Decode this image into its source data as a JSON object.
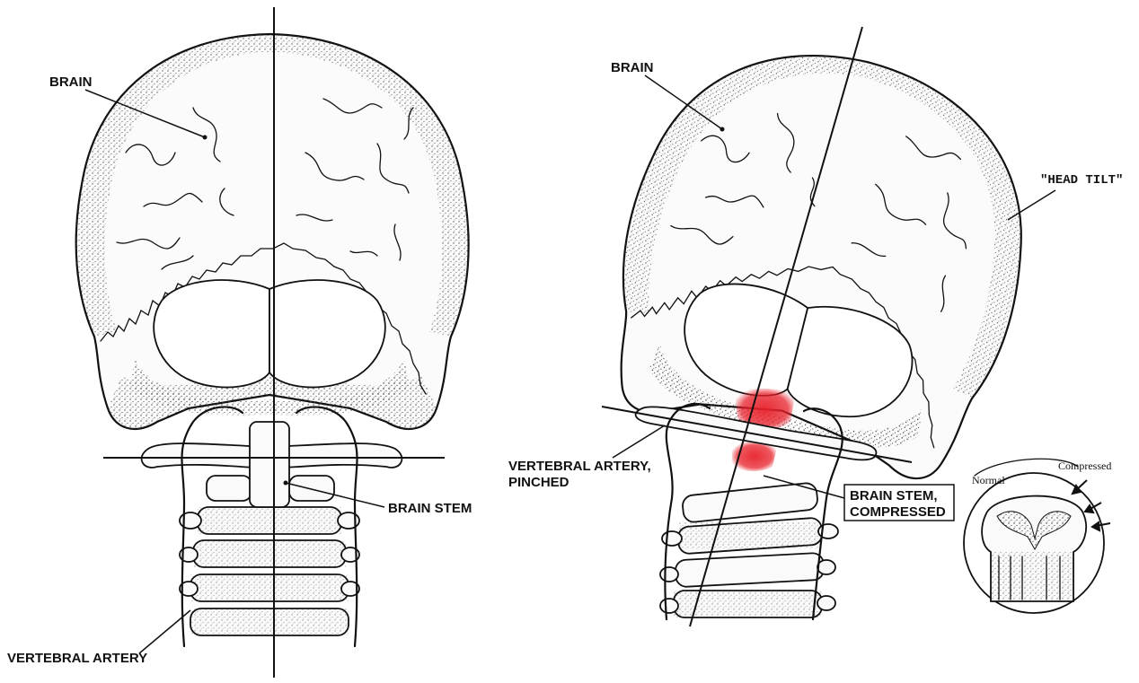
{
  "left_figure": {
    "brain_label": "BRAIN",
    "brain_stem_label": "BRAIN STEM",
    "vertebral_artery_label": "VERTEBRAL ARTERY"
  },
  "right_figure": {
    "brain_label": "BRAIN",
    "head_tilt_label": "\"HEAD TILT\"",
    "vertebral_artery_label_line1": "VERTEBRAL ARTERY,",
    "vertebral_artery_label_line2": "PINCHED",
    "brain_stem_label_line1": "BRAIN STEM,",
    "brain_stem_label_line2": "COMPRESSED"
  },
  "inset": {
    "normal_label": "Normal",
    "compressed_label": "Compressed"
  },
  "colors": {
    "line": "#111111",
    "compression_highlight": "#e8202a"
  }
}
